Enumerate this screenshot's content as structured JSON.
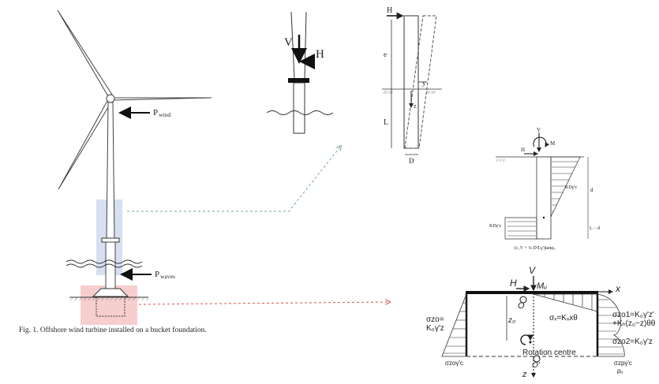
{
  "turbine": {
    "p_wind_label": "P",
    "p_wind_sub": "wind",
    "p_waves_label": "P",
    "p_waves_sub": "waves"
  },
  "caption": "Fig. 1. Offshore wind turbine installed on a bucket foundation.",
  "pile_head": {
    "v_label": "V",
    "h_label": "H"
  },
  "pile_deflection": {
    "h_label": "H",
    "e_label": "e",
    "y_label": "y",
    "z_label": "z",
    "l_label": "L",
    "d_label": "D"
  },
  "soil_pressure": {
    "v_label": "V",
    "m_label": "M",
    "h_label": "H",
    "kdgz_right": "KDγ'z",
    "kdgz_left": "KDγ'z",
    "d_label": "d",
    "ld_label": "L − d",
    "formula": "(c₁V + ¼ D²Lγ')tanφᵤ"
  },
  "bucket": {
    "v_label": "V",
    "h_label": "H",
    "mu_label": "Mᵤ",
    "x_label": "x",
    "o_label": "O",
    "o2_label": "O'",
    "z_label": "z",
    "z0_label": "z₀",
    "sigma_x": "σₓ=Kₓxθ",
    "rotation_centre": "Rotation centre",
    "sigma_zo_a": "σzo=",
    "sigma_zo_b": "K₀γ'z",
    "sigma_zo1_a": "σzo1=K₀γ'z'",
    "sigma_zo1_b": "+Kₕ(z₀−z)θθ",
    "sigma_zo2": "σzo2=K₀γ'z",
    "sigma_bottom_left": "σzoγ'c",
    "sigma_bottom_right": "σzpγ'c",
    "p_label": "pᵤ"
  }
}
